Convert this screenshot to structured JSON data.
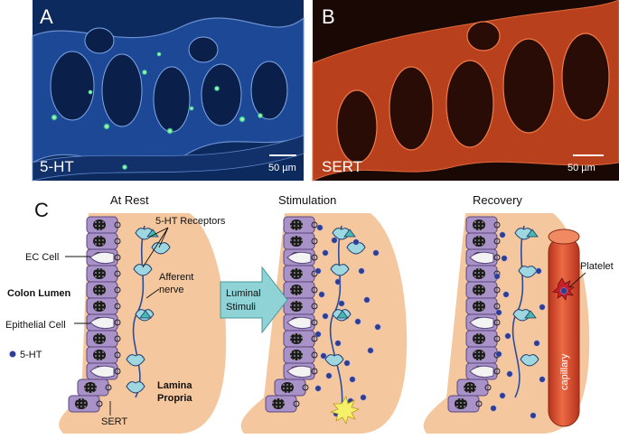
{
  "panel_a": {
    "letter": "A",
    "stain": "5-HT",
    "scale": "50 µm"
  },
  "panel_b": {
    "letter": "B",
    "stain": "SERT",
    "scale": "50 µm"
  },
  "panel_c": {
    "letter": "C",
    "stages": [
      "At Rest",
      "Stimulation",
      "Recovery"
    ],
    "labels": {
      "receptors": "5-HT Receptors",
      "ec_cell": "EC Cell",
      "afferent_1": "Afferent",
      "afferent_2": "nerve",
      "colon_lumen": "Colon Lumen",
      "epithelial": "Epithelial Cell",
      "ht_legend": "5-HT",
      "lamina_1": "Lamina",
      "lamina_2": "Propria",
      "sert": "SERT",
      "luminal_1": "Luminal",
      "luminal_2": "Stimuli",
      "platelet": "Platelet",
      "capillary": "capillary"
    }
  },
  "colors": {
    "micro_a_bg": "#0d2a5e",
    "micro_b_bg": "#1a0805",
    "tissue": "#f5c79e",
    "epithelium": "#a892c8",
    "serotonin": "#2e3d8f",
    "capillary": "#e0502e",
    "arrow": "#8fd3d6"
  }
}
